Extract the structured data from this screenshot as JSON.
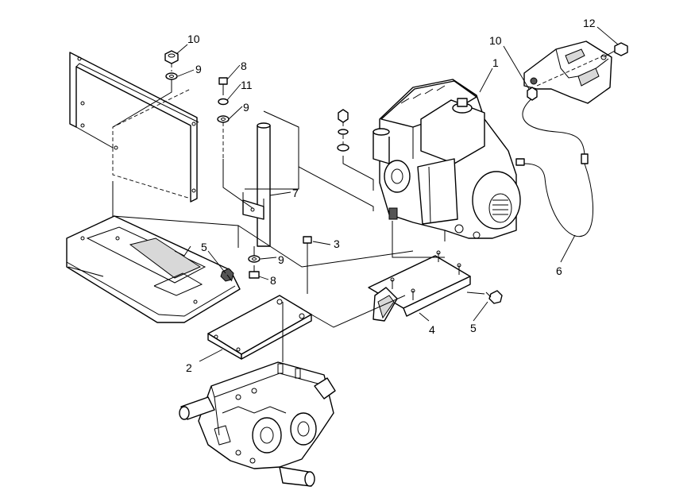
{
  "callouts": [
    {
      "id": "c1",
      "text": "1"
    },
    {
      "id": "c2",
      "text": "2"
    },
    {
      "id": "c3",
      "text": "3"
    },
    {
      "id": "c4",
      "text": "4"
    },
    {
      "id": "c5a",
      "text": "5"
    },
    {
      "id": "c5b",
      "text": "5"
    },
    {
      "id": "c6",
      "text": "6"
    },
    {
      "id": "c7",
      "text": "7"
    },
    {
      "id": "c8a",
      "text": "8"
    },
    {
      "id": "c8b",
      "text": "8"
    },
    {
      "id": "c9a",
      "text": "9"
    },
    {
      "id": "c9b",
      "text": "9"
    },
    {
      "id": "c9c",
      "text": "9"
    },
    {
      "id": "c10a",
      "text": "10"
    },
    {
      "id": "c10b",
      "text": "10"
    },
    {
      "id": "c11",
      "text": "11"
    },
    {
      "id": "c12",
      "text": "12"
    }
  ]
}
